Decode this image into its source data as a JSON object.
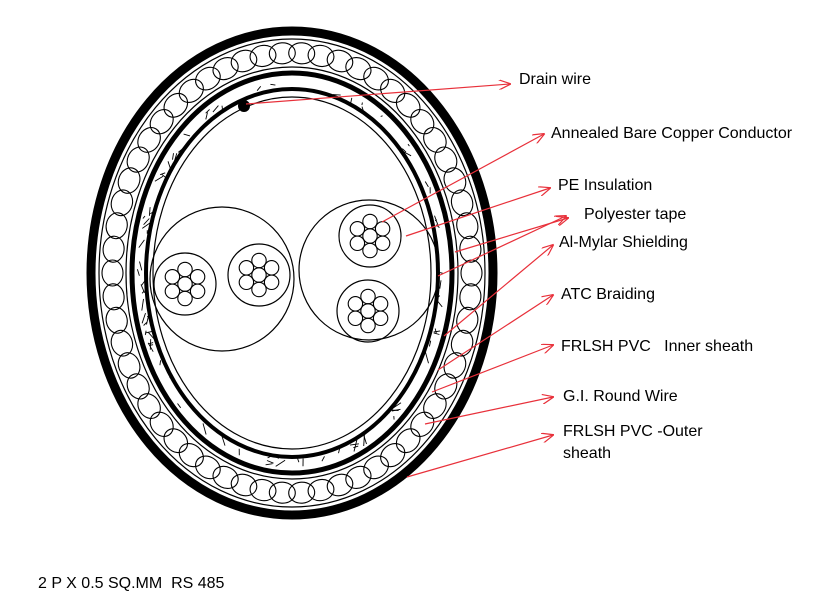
{
  "labels": {
    "drain_wire": "Drain wire",
    "conductor": "Annealed Bare Copper Conductor",
    "pe_insulation": "PE Insulation",
    "polyester_tape": "Polyester tape",
    "al_mylar": "Al-Mylar Shielding",
    "atc_braiding": "ATC Braiding",
    "inner_sheath": "FRLSH PVC   Inner sheath",
    "gi_wire": "G.I. Round Wire",
    "outer_sheath_line1": "FRLSH PVC -Outer",
    "outer_sheath_line2": "sheath"
  },
  "caption": "2 P X 0.5 SQ.MM  RS 485",
  "colors": {
    "stroke": "#000000",
    "leader": "#e8303a",
    "background": "#ffffff"
  }
}
